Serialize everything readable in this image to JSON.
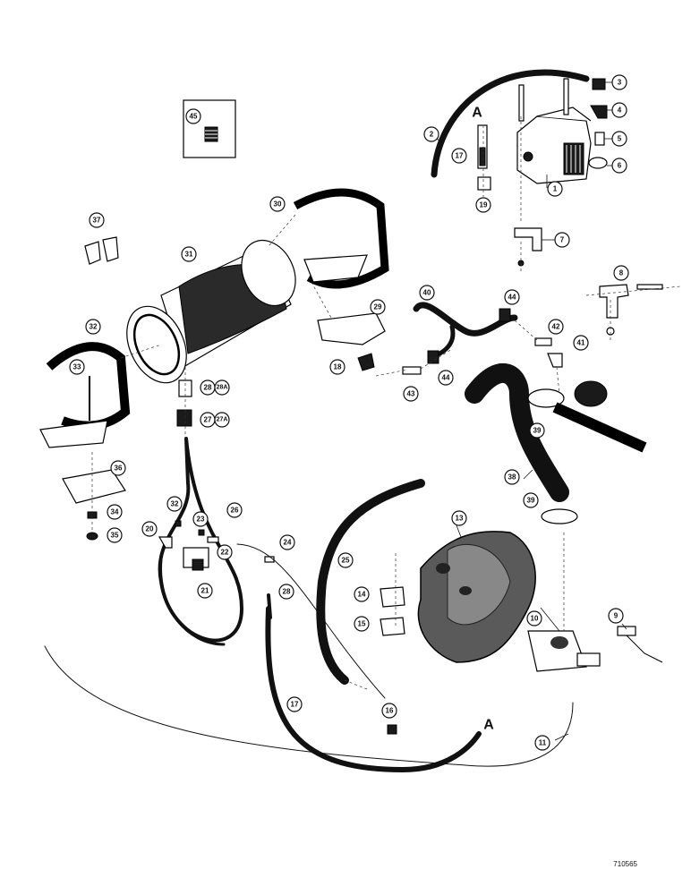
{
  "drawing_number": "710565",
  "reference_label": "A",
  "callouts": {
    "c1": "1",
    "c2": "2",
    "c3": "3",
    "c4": "4",
    "c5": "5",
    "c6": "6",
    "c7": "7",
    "c8": "8",
    "c9": "9",
    "c10": "10",
    "c11": "11",
    "c13": "13",
    "c14": "14",
    "c15": "15",
    "c16": "16",
    "c17a": "17",
    "c17b": "17",
    "c18": "18",
    "c19": "19",
    "c20": "20",
    "c21": "21",
    "c22": "22",
    "c23": "23",
    "c24": "24",
    "c25": "25",
    "c26": "26",
    "c27": "27",
    "c27a": "27A",
    "c28": "28",
    "c28a": "28A",
    "c29": "29",
    "c30": "30",
    "c31": "31",
    "c32a": "32",
    "c32b": "32",
    "c33": "33",
    "c34": "34",
    "c35": "35",
    "c36": "36",
    "c37": "37",
    "c38": "38",
    "c39a": "39",
    "c39b": "39",
    "c40": "40",
    "c41": "41",
    "c42": "42",
    "c43": "43",
    "c44a": "44",
    "c44b": "44",
    "c45": "45",
    "c28b": "28"
  }
}
